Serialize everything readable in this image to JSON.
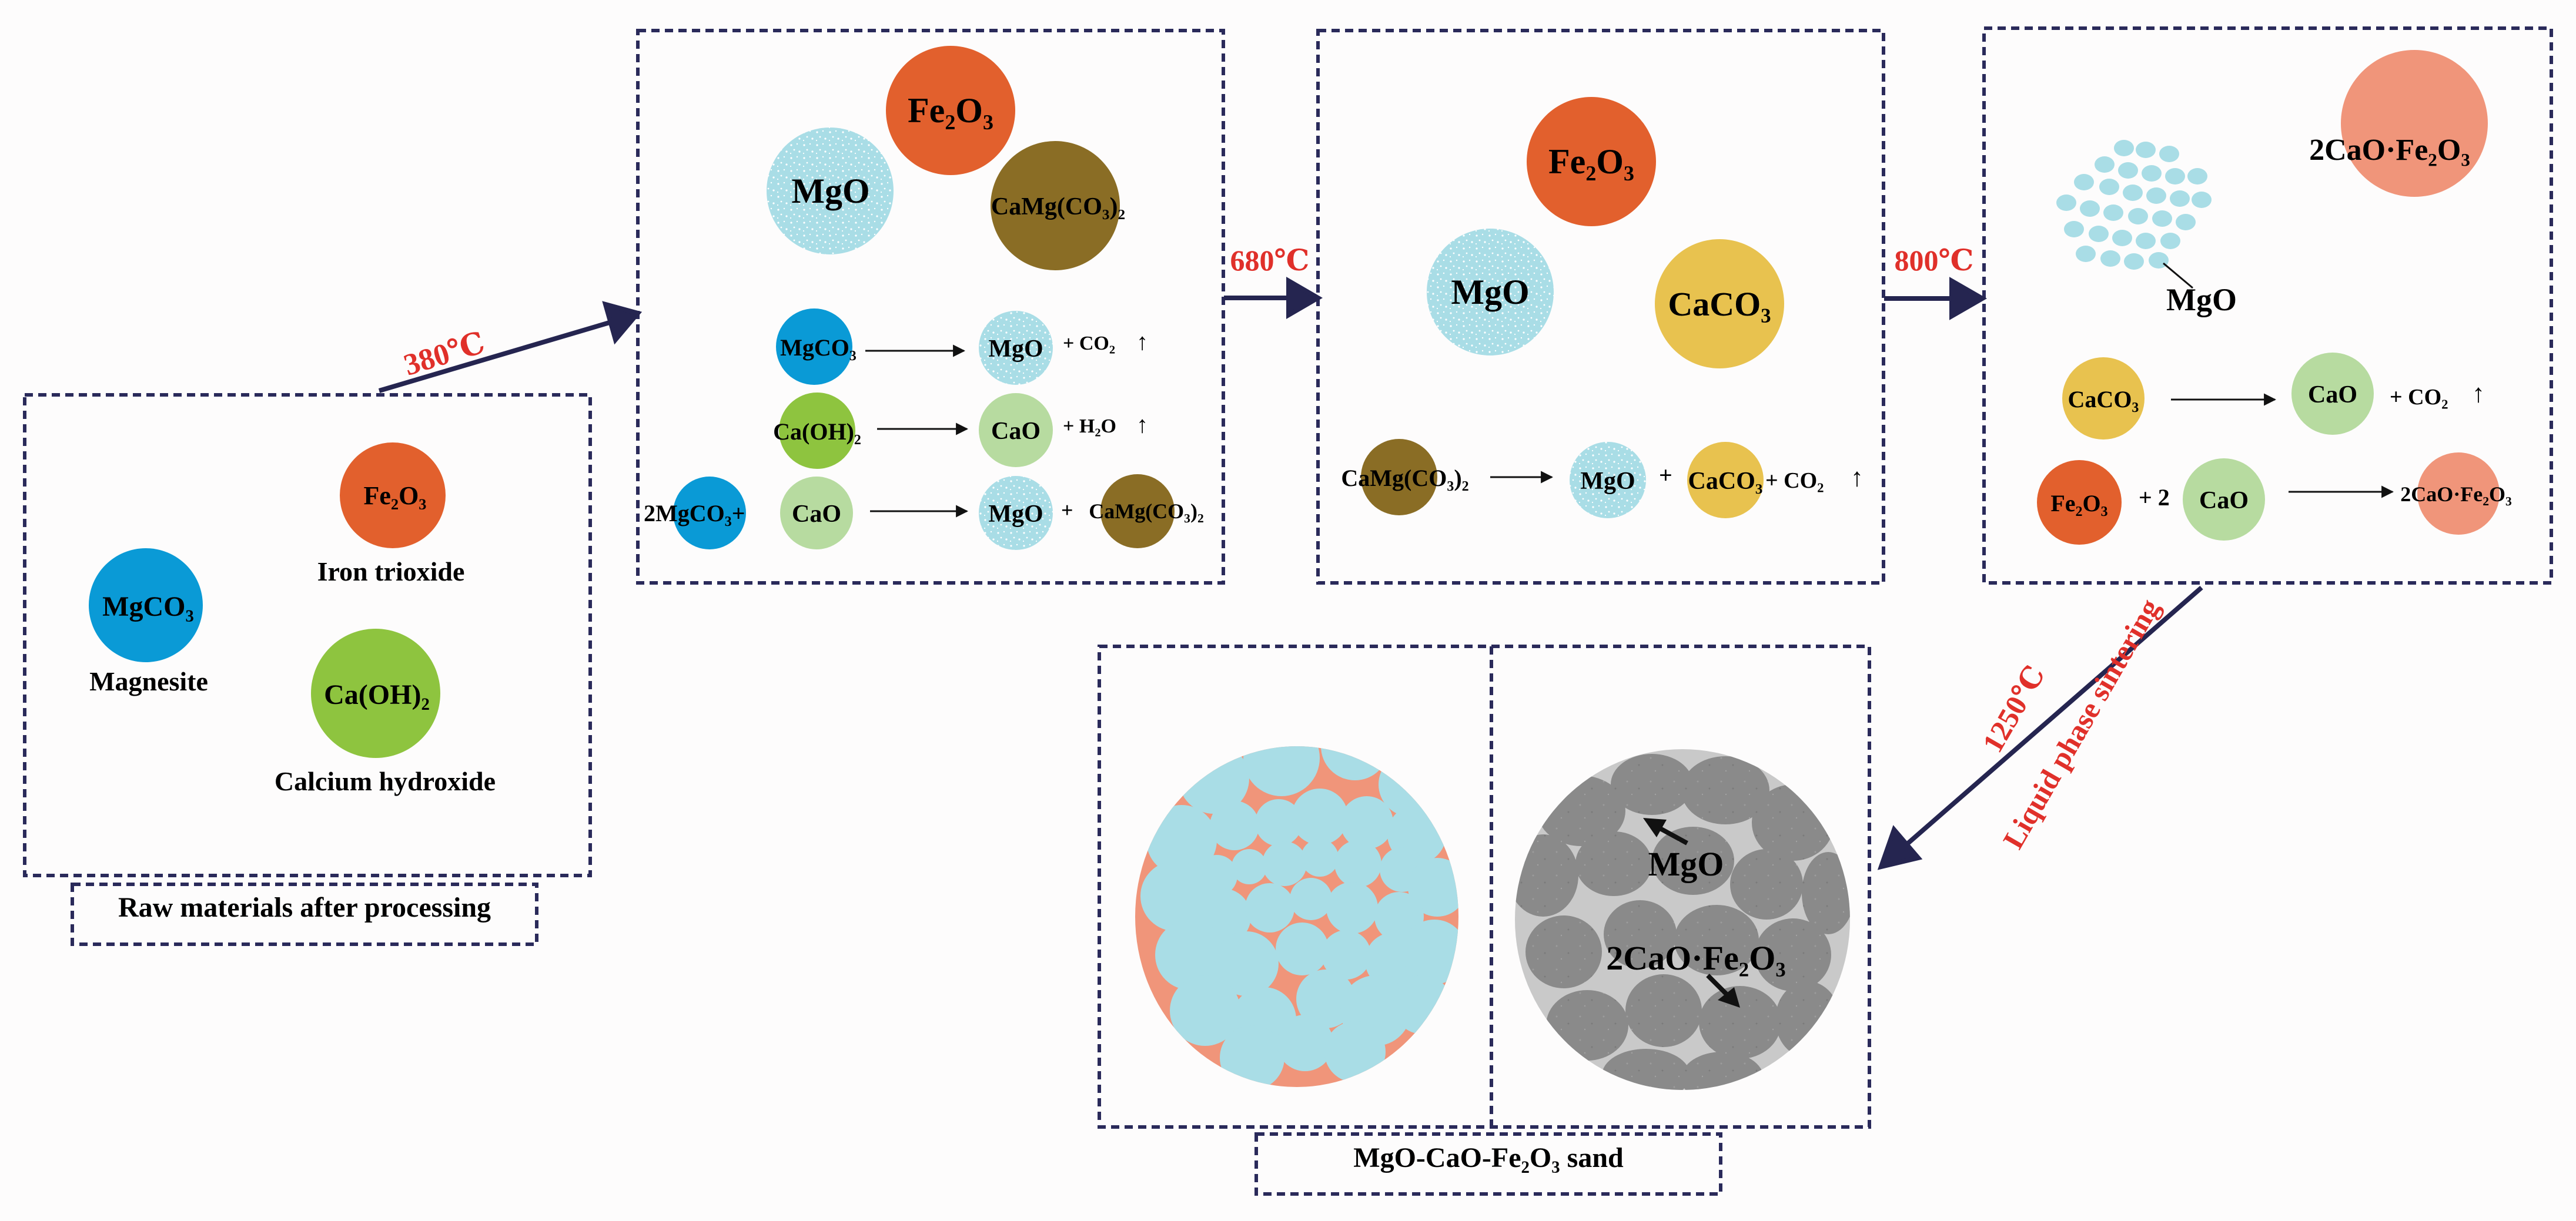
{
  "colors": {
    "frame": "#2a2a5a",
    "arrow": "#252550",
    "temperature": "#e0302a",
    "mgco3": "#0a9ad6",
    "fe2o3": "#e2602d",
    "caoh2": "#8ec43f",
    "mgo": "#a9dde6",
    "cao": "#b7dba0",
    "camgco3": "#8a6d25",
    "caco3": "#e8c24f",
    "cf": "#f0957a",
    "sem_gray": "#6d6d6d"
  },
  "raw": {
    "caption": "Raw materials after processing",
    "mgco3": "MgCO₃",
    "mgco3_name": "Magnesite",
    "fe2o3": "Fe₂O₃",
    "fe2o3_name": "Iron trioxide",
    "caoh2": "Ca(OH)₂",
    "caoh2_name": "Calcium hydroxide"
  },
  "temps": {
    "t1": "380℃",
    "t2": "680℃",
    "t3": "800℃",
    "t4": "1250℃",
    "t4_note": "Liquid phase sintering"
  },
  "stage1": {
    "fe2o3": "Fe₂O₃",
    "mgo": "MgO",
    "camgco3": "CaMg(CO₃)₂",
    "r1_reactant": "MgCO₃",
    "r1_product": "MgO",
    "r1_byproduct": "+ CO₂",
    "r2_reactant": "Ca(OH)₂",
    "r2_product": "CaO",
    "r2_byproduct": "+ H₂O",
    "r3_reactant_a": "2MgCO₃+",
    "r3_reactant_b": "CaO",
    "r3_product_a": "MgO",
    "r3_plus": "+",
    "r3_product_b": "CaMg(CO₃)₂",
    "up_arrow": "↑"
  },
  "stage2": {
    "fe2o3": "Fe₂O₃",
    "mgo": "MgO",
    "caco3": "CaCO₃",
    "r_reactant": "CaMg(CO₃)₂",
    "r_product_a": "MgO",
    "r_plus": "+",
    "r_product_b": "CaCO₃",
    "r_byproduct": "+ CO₂",
    "up_arrow": "↑"
  },
  "stage3": {
    "cf": "2CaO·Fe₂O₃",
    "mgo_label": "MgO",
    "r1_reactant": "CaCO₃",
    "r1_product": "CaO",
    "r1_byproduct": "+ CO₂",
    "up_arrow": "↑",
    "r2_reactant_a": "Fe₂O₃",
    "r2_plus": "+ 2",
    "r2_reactant_b": "CaO",
    "r2_product": "2CaO·Fe₂O₃"
  },
  "final": {
    "sem_mgo": "MgO",
    "sem_cf": "2CaO·Fe₂O₃",
    "caption": "MgO-CaO-Fe₂O₃  sand"
  }
}
